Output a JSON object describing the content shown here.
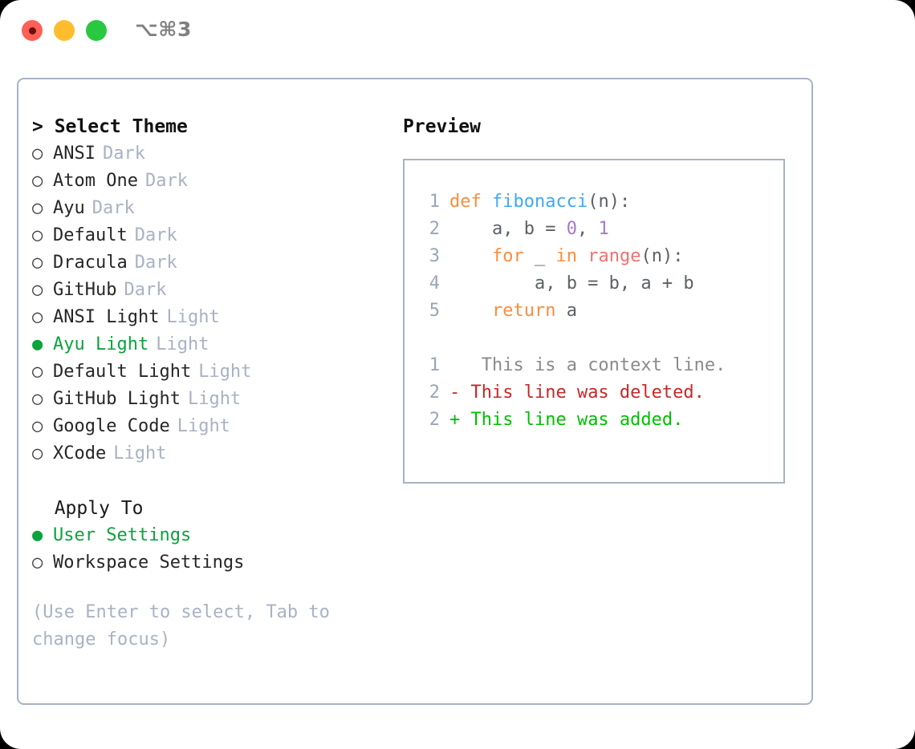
{
  "window": {
    "traffic_lights": [
      {
        "name": "close",
        "color": "#ff6058"
      },
      {
        "name": "minimize",
        "color": "#ffbd2e"
      },
      {
        "name": "maximize",
        "color": "#28c840"
      }
    ],
    "shortcut": "⌥⌘3"
  },
  "theme_picker": {
    "header": "> Select Theme",
    "options": [
      {
        "bullet": "○",
        "label": "ANSI",
        "tag": "Dark",
        "selected": false
      },
      {
        "bullet": "○",
        "label": "Atom One",
        "tag": "Dark",
        "selected": false
      },
      {
        "bullet": "○",
        "label": "Ayu",
        "tag": "Dark",
        "selected": false
      },
      {
        "bullet": "○",
        "label": "Default",
        "tag": "Dark",
        "selected": false
      },
      {
        "bullet": "○",
        "label": "Dracula",
        "tag": "Dark",
        "selected": false
      },
      {
        "bullet": "○",
        "label": "GitHub",
        "tag": "Dark",
        "selected": false
      },
      {
        "bullet": "○",
        "label": "ANSI Light",
        "tag": "Light",
        "selected": false
      },
      {
        "bullet": "●",
        "label": "Ayu Light",
        "tag": "Light",
        "selected": true
      },
      {
        "bullet": "○",
        "label": "Default Light",
        "tag": "Light",
        "selected": false
      },
      {
        "bullet": "○",
        "label": "GitHub Light",
        "tag": "Light",
        "selected": false
      },
      {
        "bullet": "○",
        "label": "Google Code",
        "tag": "Light",
        "selected": false
      },
      {
        "bullet": "○",
        "label": "XCode",
        "tag": "Light",
        "selected": false
      }
    ]
  },
  "apply_to": {
    "header": "  Apply To",
    "options": [
      {
        "bullet": "●",
        "label": "User Settings",
        "selected": true
      },
      {
        "bullet": "○",
        "label": "Workspace Settings",
        "selected": false
      }
    ]
  },
  "hint": "(Use Enter to select, Tab to change focus)",
  "preview": {
    "header": "Preview",
    "code_lines": [
      {
        "lineno": "1",
        "tokens": [
          {
            "t": "def ",
            "c": "kw"
          },
          {
            "t": "fibonacci",
            "c": "fn"
          },
          {
            "t": "(n):",
            "c": "punc"
          }
        ]
      },
      {
        "lineno": "2",
        "tokens": [
          {
            "t": "    a, b = ",
            "c": "id"
          },
          {
            "t": "0",
            "c": "num"
          },
          {
            "t": ", ",
            "c": "punc"
          },
          {
            "t": "1",
            "c": "num"
          }
        ]
      },
      {
        "lineno": "3",
        "tokens": [
          {
            "t": "    ",
            "c": "id"
          },
          {
            "t": "for",
            "c": "kw"
          },
          {
            "t": " _ ",
            "c": "id"
          },
          {
            "t": "in",
            "c": "kw"
          },
          {
            "t": " ",
            "c": "id"
          },
          {
            "t": "range",
            "c": "call"
          },
          {
            "t": "(n):",
            "c": "punc"
          }
        ]
      },
      {
        "lineno": "4",
        "tokens": [
          {
            "t": "        a, b = b, a + b",
            "c": "id"
          }
        ]
      },
      {
        "lineno": "5",
        "tokens": [
          {
            "t": "    ",
            "c": "id"
          },
          {
            "t": "return",
            "c": "kw"
          },
          {
            "t": " a",
            "c": "id"
          }
        ]
      }
    ],
    "diff_lines": [
      {
        "lineno": "1",
        "marker": " ",
        "text": "  This is a context line.",
        "kind": "ctx"
      },
      {
        "lineno": "2",
        "marker": "-",
        "text": " This line was deleted.",
        "kind": "del"
      },
      {
        "lineno": "2",
        "marker": "+",
        "text": " This line was added.",
        "kind": "add"
      }
    ]
  },
  "colors": {
    "accent_green": "#0ba33c",
    "muted": "#a9b2c3",
    "border": "#a9b2c3",
    "keyword": "#fa8d3e",
    "function": "#3daaf2",
    "number": "#a37acc",
    "call": "#f07171",
    "diff_add": "#00c000",
    "diff_del": "#c62828"
  }
}
